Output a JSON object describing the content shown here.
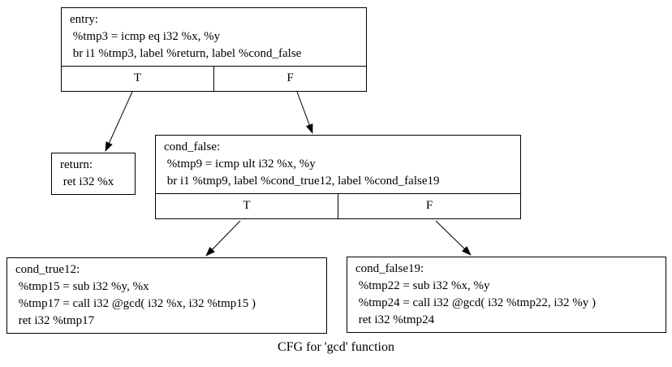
{
  "caption": "CFG for 'gcd' function",
  "colors": {
    "background": "#ffffff",
    "border": "#000000",
    "text": "#000000"
  },
  "nodes": {
    "entry": {
      "lines": [
        "entry:",
        " %tmp3 = icmp eq i32 %x, %y",
        " br i1 %tmp3, label %return, label %cond_false"
      ],
      "ports": [
        "T",
        "F"
      ]
    },
    "return": {
      "lines": [
        "return:",
        " ret i32 %x"
      ]
    },
    "cond_false": {
      "lines": [
        "cond_false:",
        " %tmp9 = icmp ult i32 %x, %y",
        " br i1 %tmp9, label %cond_true12, label %cond_false19"
      ],
      "ports": [
        "T",
        "F"
      ]
    },
    "cond_true12": {
      "lines": [
        "cond_true12:",
        " %tmp15 = sub i32 %y, %x",
        " %tmp17 = call i32 @gcd( i32 %x, i32 %tmp15 )",
        " ret i32 %tmp17"
      ]
    },
    "cond_false19": {
      "lines": [
        "cond_false19:",
        " %tmp22 = sub i32 %x, %y",
        " %tmp24 = call i32 @gcd( i32 %tmp22, i32 %y )",
        " ret i32 %tmp24"
      ]
    }
  },
  "edges": [
    {
      "from": "entry:T",
      "to": "return"
    },
    {
      "from": "entry:F",
      "to": "cond_false"
    },
    {
      "from": "cond_false:T",
      "to": "cond_true12"
    },
    {
      "from": "cond_false:F",
      "to": "cond_false19"
    }
  ]
}
